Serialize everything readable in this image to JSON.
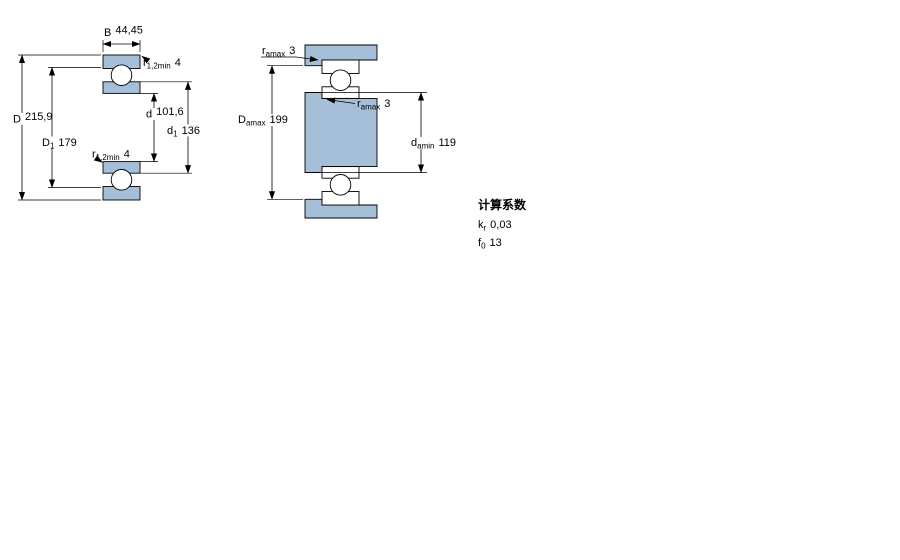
{
  "colors": {
    "steel": "#A5BFD8",
    "line": "#000000"
  },
  "left_view": {
    "dim_B": {
      "sym": "B",
      "sub": "",
      "val": "44,45"
    },
    "dim_r_top": {
      "sym": "r",
      "sub": "1,2min",
      "val": "4"
    },
    "dim_D": {
      "sym": "D",
      "sub": "",
      "val": "215,9"
    },
    "dim_D1": {
      "sym": "D",
      "sub": "1",
      "val": "179"
    },
    "dim_r_mid": {
      "sym": "r",
      "sub": "1,2min",
      "val": "4"
    },
    "dim_d": {
      "sym": "d",
      "sub": "",
      "val": "101,6"
    },
    "dim_d1": {
      "sym": "d",
      "sub": "1",
      "val": "136"
    }
  },
  "right_view": {
    "dim_ra_top": {
      "sym": "r",
      "sub": "amax",
      "val": "3"
    },
    "dim_Da": {
      "sym": "D",
      "sub": "amax",
      "val": "199"
    },
    "dim_ra_mid": {
      "sym": "r",
      "sub": "amax",
      "val": "3"
    },
    "dim_da": {
      "sym": "d",
      "sub": "amin",
      "val": "119"
    }
  },
  "calculation_factors": {
    "heading": "计算系数",
    "kr": {
      "sym": "k",
      "sub": "r",
      "val": "0,03"
    },
    "f0": {
      "sym": "f",
      "sub": "0",
      "val": "13"
    }
  }
}
